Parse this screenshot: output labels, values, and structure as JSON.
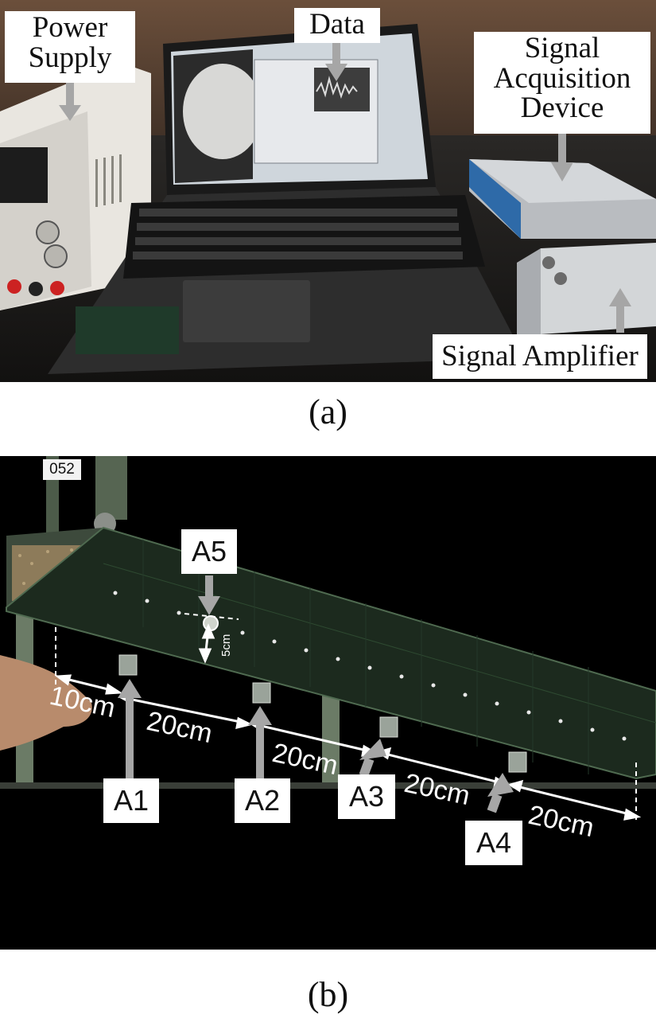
{
  "panel_a": {
    "labels": {
      "power_supply": "Power\nSupply",
      "data": "Data",
      "signal_acquisition": "Signal\nAcquisition\nDevice",
      "signal_amplifier": "Signal Amplifier"
    },
    "caption": "(a)"
  },
  "panel_b": {
    "tag": "052",
    "sensors": [
      "A1",
      "A2",
      "A3",
      "A4",
      "A5"
    ],
    "dimensions": {
      "d1": "10cm",
      "d2": "20cm",
      "d3": "20cm",
      "d4": "20cm",
      "d5": "20cm",
      "a5_offset": "5cm"
    },
    "caption": "(b)"
  },
  "colors": {
    "arrow_gray": "#a6a6a6",
    "dimension_white": "#ffffff",
    "flume_green": "#2f4a33"
  }
}
